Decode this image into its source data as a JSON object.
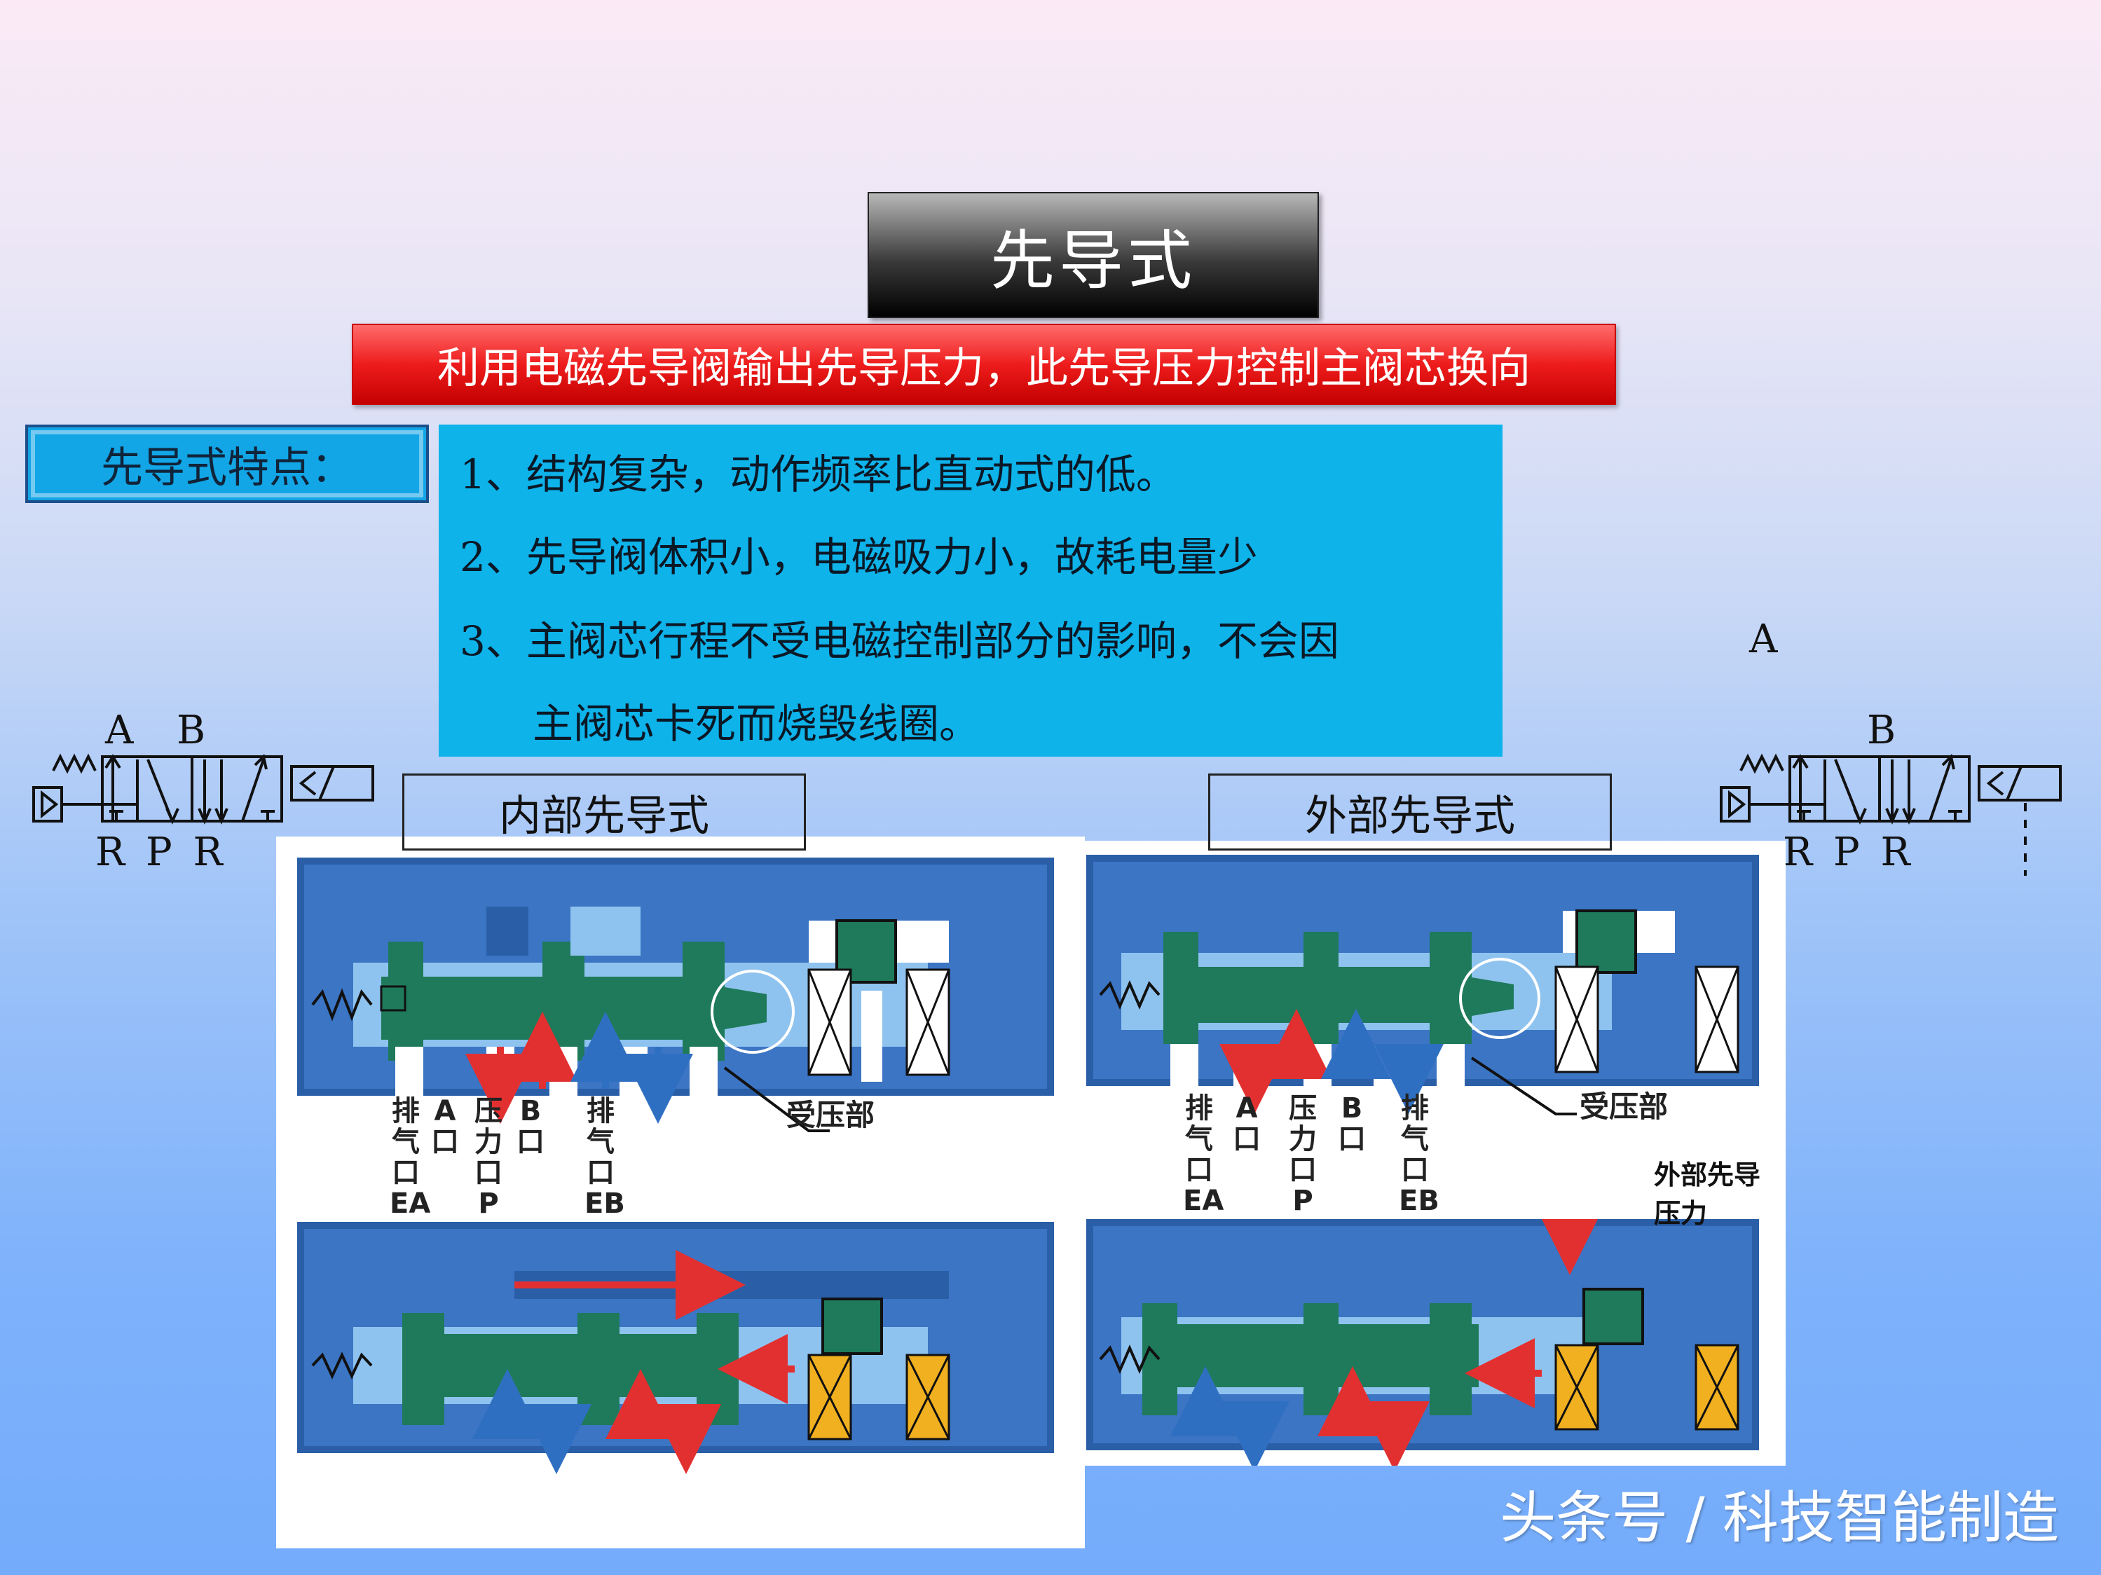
{
  "title": "先导式",
  "subtitle": "利用电磁先导阀输出先导压力，此先导压力控制主阀芯换向",
  "features": {
    "label": "先导式特点：",
    "items": [
      "1、结构复杂，动作频率比直动式的低。",
      "2、先导阀体积小，电磁吸力小，故耗电量少",
      "3、主阀芯行程不受电磁控制部分的影响，不会因",
      "主阀芯卡死而烧毁线圈。"
    ]
  },
  "internal": {
    "title": "内部先导式",
    "ports": [
      "排气口EA",
      "A口",
      "压力口P",
      "B口",
      "排气口EB"
    ],
    "port_chars": [
      [
        "排",
        "气",
        "口",
        "EA"
      ],
      [
        "A",
        "口"
      ],
      [
        "压",
        "力",
        "口",
        "P"
      ],
      [
        "B",
        "口"
      ],
      [
        "排",
        "气",
        "口",
        "EB"
      ]
    ],
    "pressure_part": "受压部"
  },
  "external": {
    "title": "外部先导式",
    "ports": [
      "排气口EA",
      "A口",
      "压力口P",
      "B口",
      "排气口EB"
    ],
    "port_chars": [
      [
        "排",
        "气",
        "口",
        "EA"
      ],
      [
        "A",
        "口"
      ],
      [
        "压",
        "力",
        "口",
        "P"
      ],
      [
        "B",
        "口"
      ],
      [
        "排",
        "气",
        "口",
        "EB"
      ]
    ],
    "pressure_part": "受压部",
    "ext_pressure_label": "外部先导压力"
  },
  "symbol_left": {
    "top_ports": [
      "A",
      "B"
    ],
    "bottom_ports": "R P R"
  },
  "symbol_right": {
    "top_a": "A",
    "top_b": "B",
    "bottom_ports": "R P R"
  },
  "watermark": "头条号 / 科技智能制造",
  "colors": {
    "valve_body": "#2a5fa8",
    "spool": "#1e7a5a",
    "arrow": "#e23030",
    "coil": "#f0b020"
  }
}
